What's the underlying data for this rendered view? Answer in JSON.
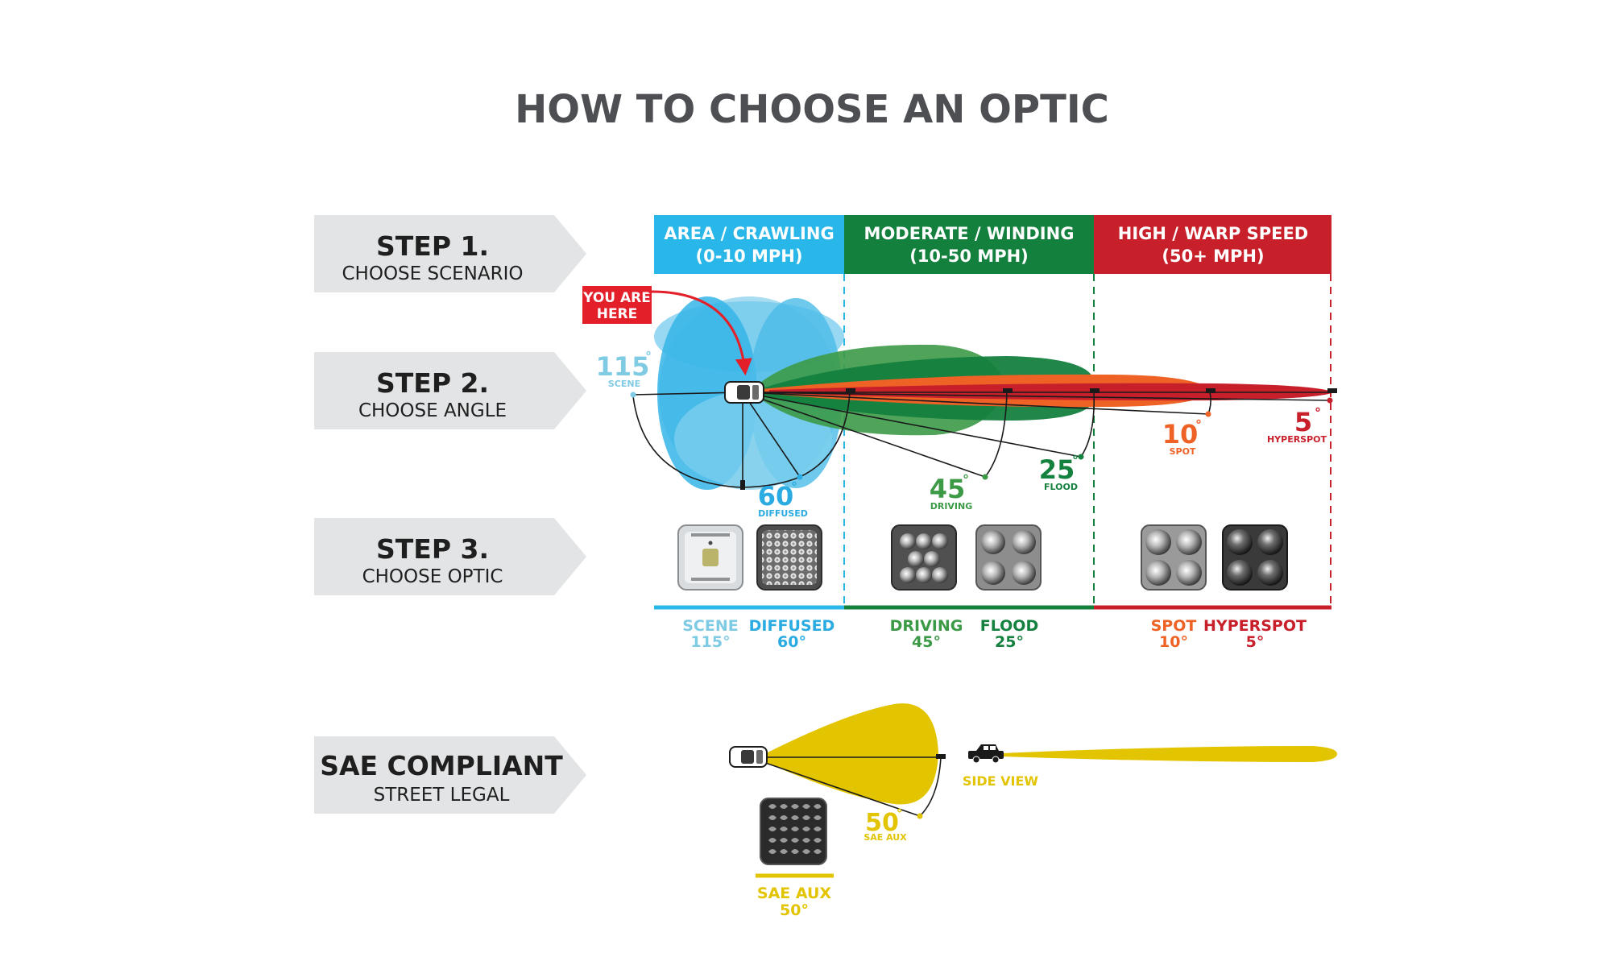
{
  "title": "HOW TO CHOOSE AN OPTIC",
  "steps": [
    {
      "title": "STEP 1.",
      "subtitle": "CHOOSE SCENARIO"
    },
    {
      "title": "STEP 2.",
      "subtitle": "CHOOSE ANGLE"
    },
    {
      "title": "STEP 3.",
      "subtitle": "CHOOSE OPTIC"
    },
    {
      "title": "SAE COMPLIANT",
      "subtitle": "STREET LEGAL"
    }
  ],
  "scenarios": [
    {
      "line1": "AREA / CRAWLING",
      "line2": "(0-10 MPH)",
      "color": "#29b6e8"
    },
    {
      "line1": "MODERATE / WINDING",
      "line2": "(10-50 MPH)",
      "color": "#13803e"
    },
    {
      "line1": "HIGH / WARP SPEED",
      "line2": "(50+ MPH)",
      "color": "#c8202b"
    }
  ],
  "you_are_here": {
    "line1": "YOU ARE",
    "line2": "HERE",
    "color": "#e3202a"
  },
  "angles": [
    {
      "value": "115",
      "degree": "°",
      "label": "SCENE",
      "color": "#7fcbe4"
    },
    {
      "value": "60",
      "degree": "°",
      "label": "DIFFUSED",
      "color": "#2aabe2"
    },
    {
      "value": "45",
      "degree": "°",
      "label": "DRIVING",
      "color": "#3c9a47"
    },
    {
      "value": "25",
      "degree": "°",
      "label": "FLOOD",
      "color": "#14813f"
    },
    {
      "value": "10",
      "degree": "°",
      "label": "SPOT",
      "color": "#ef6226"
    },
    {
      "value": "5",
      "degree": "°",
      "label": "HYPERSPOT",
      "color": "#c8202b"
    }
  ],
  "optics": [
    {
      "name": "SCENE",
      "angle": "115°",
      "color": "#7fcbe4"
    },
    {
      "name": "DIFFUSED",
      "angle": "60°",
      "color": "#2aabe2"
    },
    {
      "name": "DRIVING",
      "angle": "45°",
      "color": "#3c9a47"
    },
    {
      "name": "FLOOD",
      "angle": "25°",
      "color": "#14813f"
    },
    {
      "name": "SPOT",
      "angle": "10°",
      "color": "#ef6226"
    },
    {
      "name": "HYPERSPOT",
      "angle": "5°",
      "color": "#c8202b"
    }
  ],
  "sae": {
    "angle_value": "50",
    "degree": "°",
    "angle_label": "SAE AUX",
    "optic_name": "SAE AUX",
    "optic_angle": "50°",
    "side_view": "SIDE VIEW",
    "color": "#e3c400"
  },
  "colors": {
    "title": "#4d4f53",
    "step_bg": "#e3e4e5",
    "step_text": "#1f1f1f",
    "line": "#1a1a1a"
  }
}
